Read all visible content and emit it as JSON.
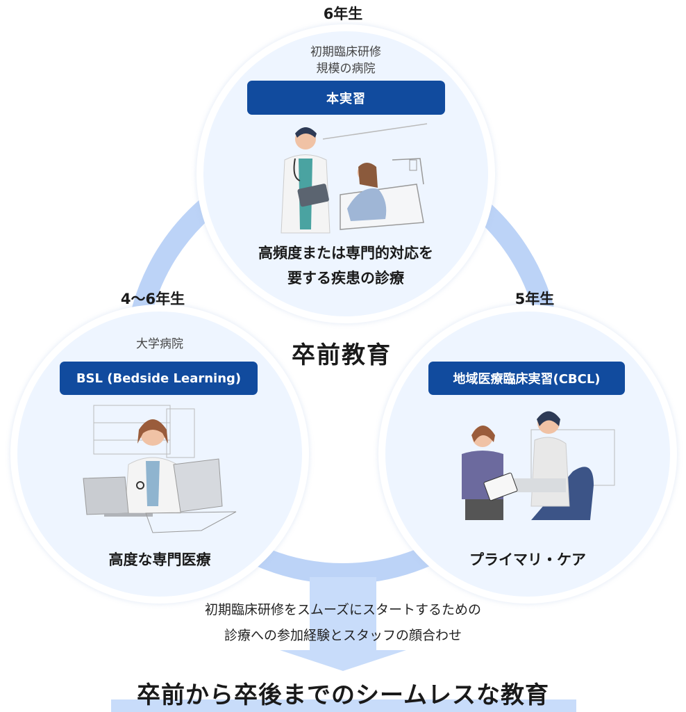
{
  "top": {
    "year": "6年生",
    "subtitle_line1": "初期臨床研修",
    "subtitle_line2": "規模の病院",
    "pill": "本実習",
    "caption_line1": "高頻度または専門的対応を",
    "caption_line2": "要する疾患の診療"
  },
  "left": {
    "year": "4〜6年生",
    "subtitle": "大学病院",
    "pill": "BSL (Bedside Learning)",
    "caption": "高度な専門医療"
  },
  "right": {
    "year": "5年生",
    "pill": "地域医療臨床実習(CBCL)",
    "caption": "プライマリ・ケア"
  },
  "center_title": "卒前教育",
  "note_line1": "初期臨床研修をスムーズにスタートするための",
  "note_line2": "診療への参加経験とスタッフの顔合わせ",
  "bottom_title": "卒前から卒後までのシームレスな教育",
  "colors": {
    "pill_bg": "#114b9e",
    "ring": "#bcd3f7",
    "circle_bg": "#eef5ff",
    "arrow": "#c8dcfa"
  }
}
